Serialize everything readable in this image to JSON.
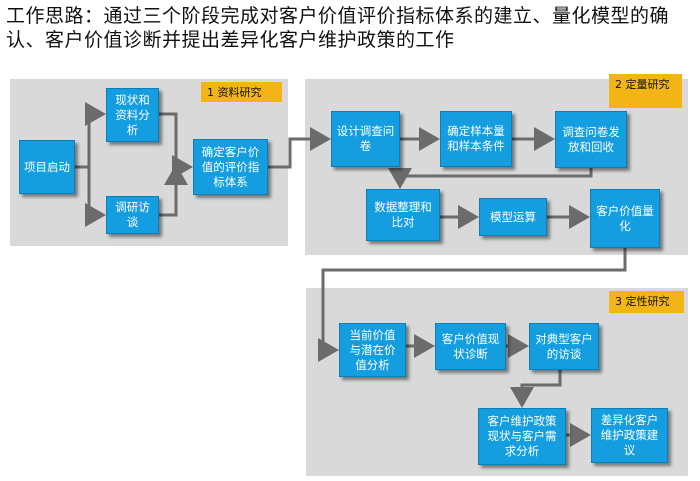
{
  "title": "工作思路：通过三个阶段完成对客户价值评价指标体系的建立、量化模型的确认、客户价值诊断并提出差异化客户维护政策的工作",
  "phases": {
    "p1": {
      "label": "1 资料研究"
    },
    "p2": {
      "label": "2 定量研究"
    },
    "p3": {
      "label": "3 定性研究"
    }
  },
  "steps": {
    "start": "项目启动",
    "status_data": "现状和资料分析",
    "interview": "调研访谈",
    "define_index": "确定客户价值的评价指标体系",
    "design_q": "设计调查问卷",
    "sample": "确定样本量和样本条件",
    "distribute": "调查问卷发放和回收",
    "data_org": "数据整理和比对",
    "model": "模型运算",
    "quantify": "客户价值量化",
    "current_potential": "当前价值与潜在价值分析",
    "diagnosis": "客户价值现状诊断",
    "typical_interview": "对典型客户的访谈",
    "policy_analysis": "客户维护政策现状与客户需求分析",
    "diff_policy": "差异化客户维护政策建议"
  },
  "colors": {
    "box": "#149ee0",
    "panel": "#d9d9d9",
    "tag": "#f2b515",
    "arrow": "#6b6b6b"
  }
}
